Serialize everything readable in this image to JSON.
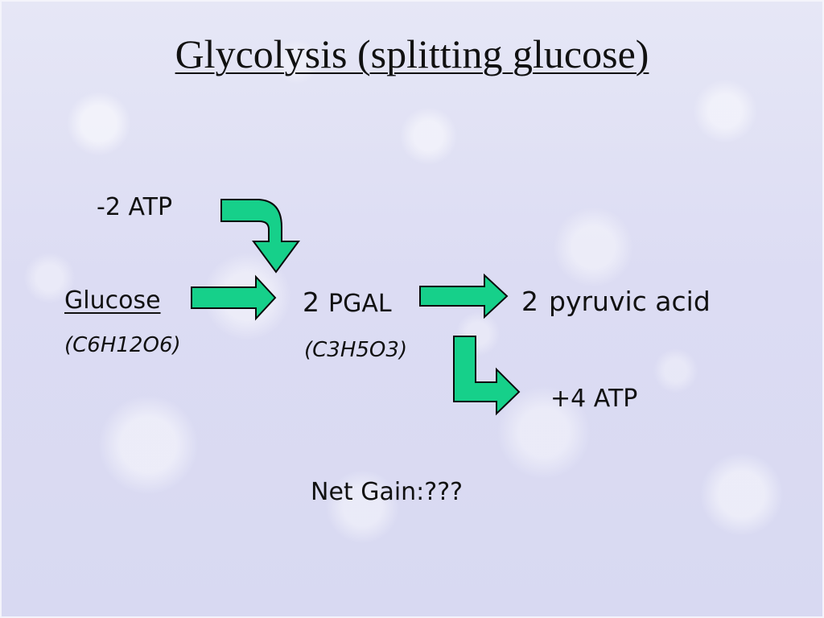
{
  "slide": {
    "title": "Glycolysis (splitting glucose)"
  },
  "diagram": {
    "atp_in": "-2 ATP",
    "glucose": "Glucose",
    "glucose_formula": "(C6H12O6)",
    "pgal_num": "2",
    "pgal": "PGAL",
    "pgal_formula": "(C3H5O3)",
    "pyruvic_num": "2",
    "pyruvic": "pyruvic acid",
    "atp_out": "+4 ATP",
    "net_gain": "Net Gain:???"
  },
  "colors": {
    "arrow_fill": "#16d08a",
    "arrow_stroke": "#0a0a0a",
    "background": "#dcdcf3"
  }
}
